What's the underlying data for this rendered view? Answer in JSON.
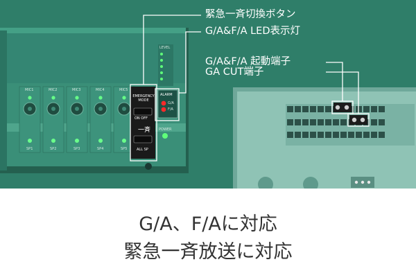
{
  "callouts": {
    "emergency_button": "緊急一斉切換ボタン",
    "led_lamp": "G/A&F/A LED表示灯",
    "start_terminal": "G/A&F/A 起動端子",
    "ga_cut_terminal": "GA CUT端子"
  },
  "panel": {
    "mic_labels": [
      "MIC1",
      "MIC2",
      "MIC3",
      "MIC4",
      "MIC5"
    ],
    "sp_labels": [
      "SP1",
      "SP2",
      "SP3",
      "SP4",
      "SP5"
    ],
    "level_label": "LEVEL",
    "alarm_label": "ALARM",
    "ga_label": "G/A",
    "fa_label": "F/A",
    "emergency_label": "EMERGENCY MODE",
    "on_off_label": "ON OFF",
    "all_sp_label": "ALL SP",
    "issai_label": "一斉",
    "power_label": "POWER"
  },
  "headline": {
    "line1": "G/A、F/Aに対応",
    "line2": "緊急一斉放送に対応"
  },
  "colors": {
    "background": "#2f7e69",
    "led_green": "#5fff7a",
    "led_red": "#ff2a2a"
  }
}
